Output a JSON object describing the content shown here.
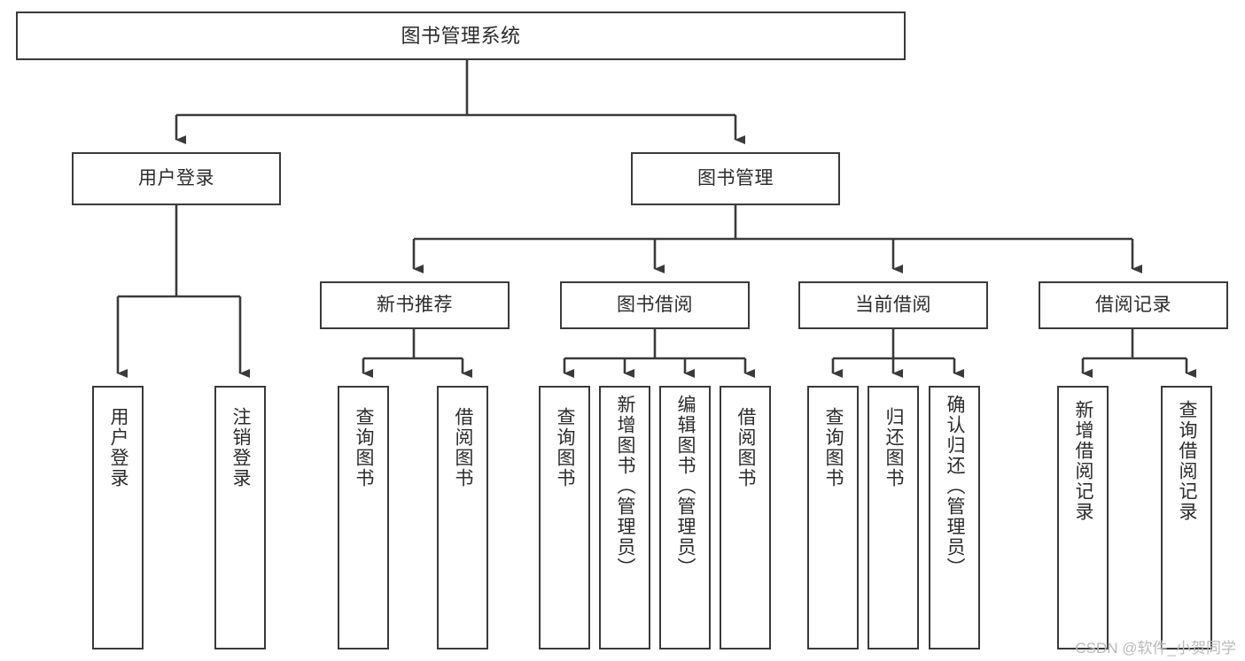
{
  "diagram": {
    "type": "tree-hierarchy",
    "title": "图书管理系统",
    "orientation": "top-down",
    "edge_style": "orthogonal-arrow",
    "colors": {
      "box_border": "#3a3a3a",
      "box_fill": "#ffffff",
      "connector": "#3a3a3a",
      "text": "#2b2b2b",
      "watermark": "#b9b9b9",
      "background": "#ffffff"
    },
    "watermark": "CSDN @软件_小贺同学",
    "nodes": {
      "root": {
        "label": "图书管理系统",
        "level": 0
      },
      "level1": [
        {
          "id": "user-login",
          "label": "用户登录"
        },
        {
          "id": "book-management",
          "label": "图书管理"
        }
      ],
      "level2": [
        {
          "id": "new-book-recommend",
          "label": "新书推荐",
          "parent": "book-management"
        },
        {
          "id": "book-borrow",
          "label": "图书借阅",
          "parent": "book-management"
        },
        {
          "id": "current-borrow",
          "label": "当前借阅",
          "parent": "book-management"
        },
        {
          "id": "borrow-record",
          "label": "借阅记录",
          "parent": "book-management"
        }
      ],
      "leaves": {
        "user-login": [
          {
            "id": "leaf-user-login",
            "label": "用户登录"
          },
          {
            "id": "leaf-user-logout",
            "label": "注销登录"
          }
        ],
        "new-book-recommend": [
          {
            "id": "leaf-query-book-1",
            "label": "查询图书"
          },
          {
            "id": "leaf-borrow-book-1",
            "label": "借阅图书"
          }
        ],
        "book-borrow": [
          {
            "id": "leaf-query-book-2",
            "label": "查询图书"
          },
          {
            "id": "leaf-add-book",
            "label": "新增图书（管理员）"
          },
          {
            "id": "leaf-edit-book",
            "label": "编辑图书（管理员）"
          },
          {
            "id": "leaf-borrow-book-2",
            "label": "借阅图书"
          }
        ],
        "current-borrow": [
          {
            "id": "leaf-query-book-3",
            "label": "查询图书"
          },
          {
            "id": "leaf-return-book",
            "label": "归还图书"
          },
          {
            "id": "leaf-confirm-return",
            "label": "确认归还（管理员）"
          }
        ],
        "borrow-record": [
          {
            "id": "leaf-add-record",
            "label": "新增借阅记录"
          },
          {
            "id": "leaf-query-record",
            "label": "查询借阅记录"
          }
        ]
      }
    }
  }
}
